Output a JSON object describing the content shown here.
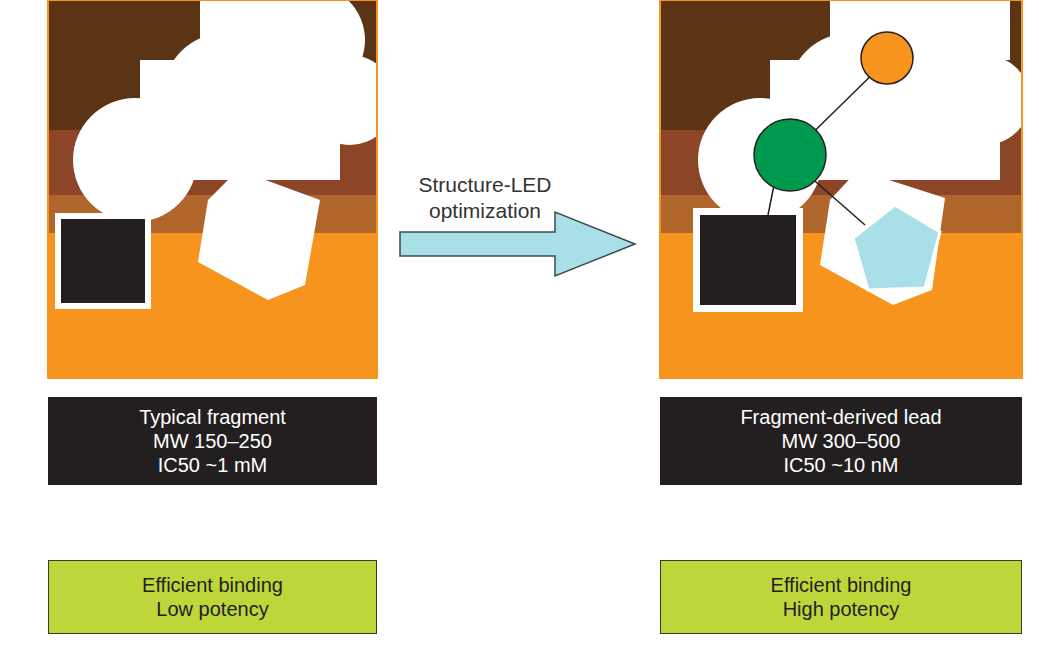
{
  "diagram": {
    "nodes": [
      {
        "text": [
          "Typical fragment",
          "MW 150–250",
          "IC50 ~1 mM"
        ]
      },
      {
        "text": [
          "Fragment-derived lead",
          "MW 300–500",
          "IC50 ~10 nM"
        ]
      },
      {
        "text": [
          "Efficient binding",
          "Low potency"
        ]
      },
      {
        "text": [
          "Efficient binding",
          "High potency"
        ]
      }
    ],
    "labels": [
      "Structure-LED optimization"
    ]
  }
}
